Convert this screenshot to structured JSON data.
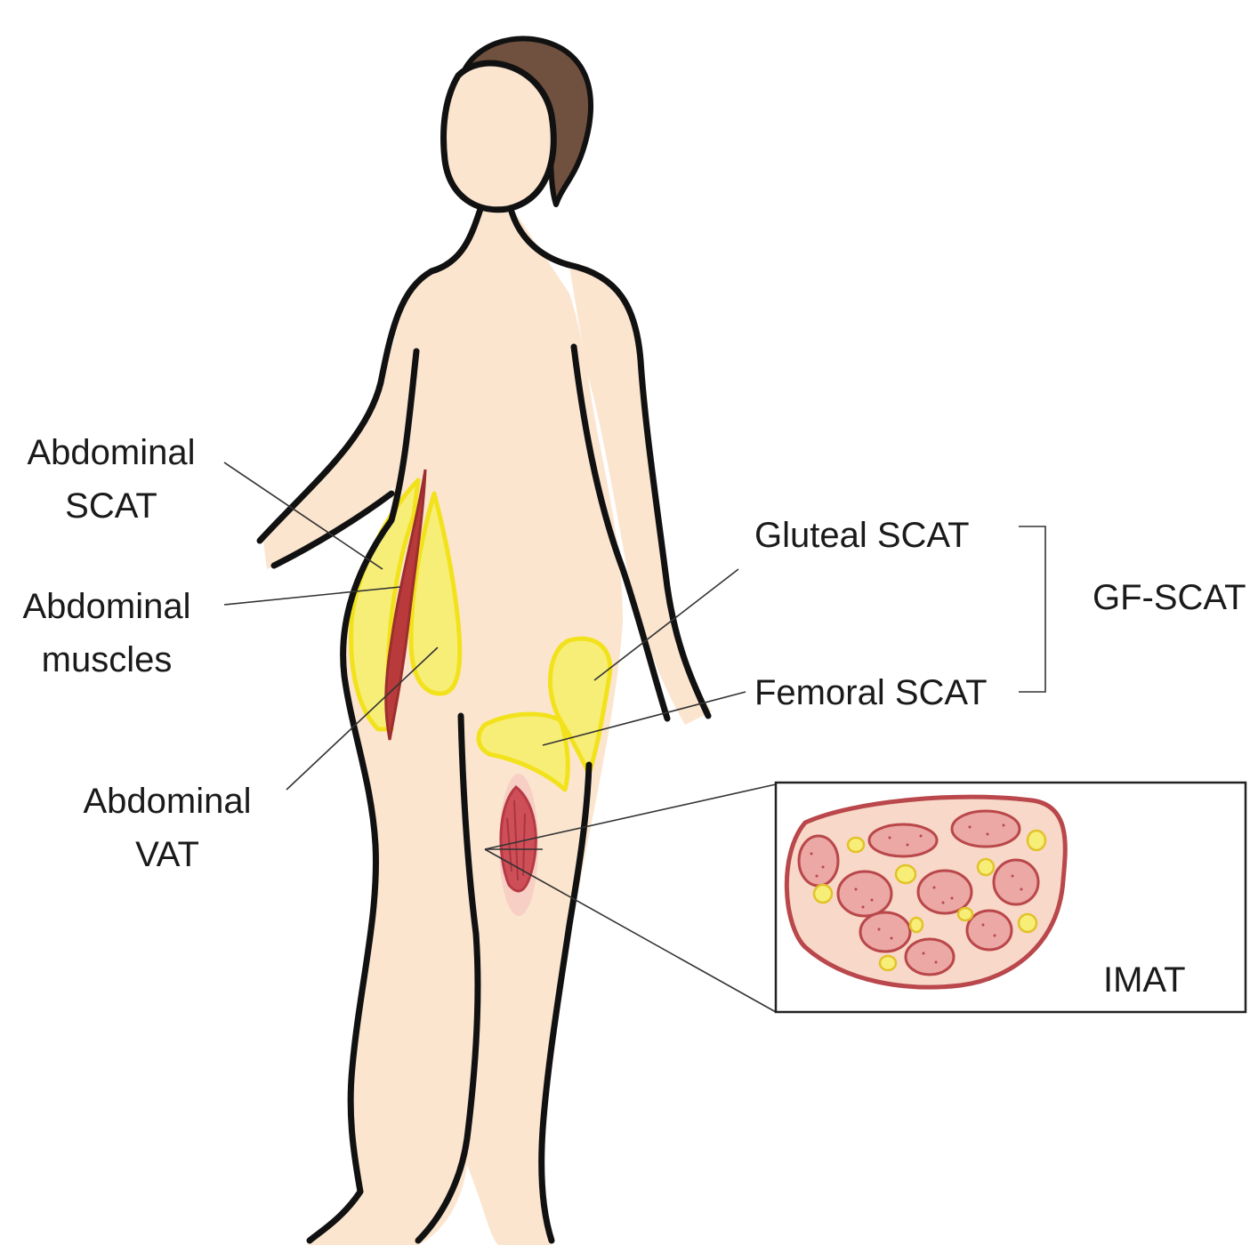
{
  "labels": {
    "abdominal_scat": [
      "Abdominal",
      "SCAT"
    ],
    "abdominal_muscles": [
      "Abdominal",
      "muscles"
    ],
    "abdominal_vat": [
      "Abdominal",
      "VAT"
    ],
    "gluteal_scat": "Gluteal SCAT",
    "femoral_scat": "Femoral SCAT",
    "gf_scat": "GF-SCAT",
    "imat": "IMAT"
  },
  "colors": {
    "skin": "#fbe5cf",
    "hair": "#70503e",
    "fat_yellow": "#f7ee78",
    "fat_edge": "#f2e21c",
    "muscle_red": "#b83a3a",
    "muscle_pink": "#e8a2a2",
    "outline": "#111111"
  }
}
